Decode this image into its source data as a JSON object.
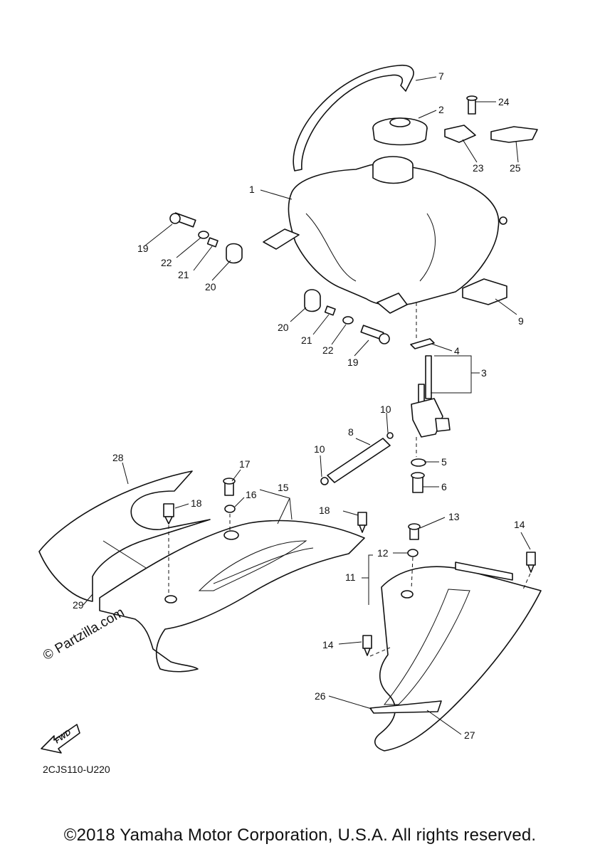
{
  "callouts": [
    "1",
    "2",
    "3",
    "4",
    "5",
    "6",
    "7",
    "8",
    "9",
    "10",
    "10",
    "11",
    "12",
    "13",
    "14",
    "14",
    "15",
    "16",
    "17",
    "18",
    "18",
    "19",
    "19",
    "20",
    "20",
    "21",
    "21",
    "22",
    "22",
    "23",
    "24",
    "25",
    "26",
    "27",
    "28",
    "29"
  ],
  "watermark": "© Partzilla.com",
  "fwd_label": "FWD",
  "diagram_code": "2CJS110-U220",
  "copyright": "©2018 Yamaha Motor Corporation, U.S.A. All rights reserved."
}
